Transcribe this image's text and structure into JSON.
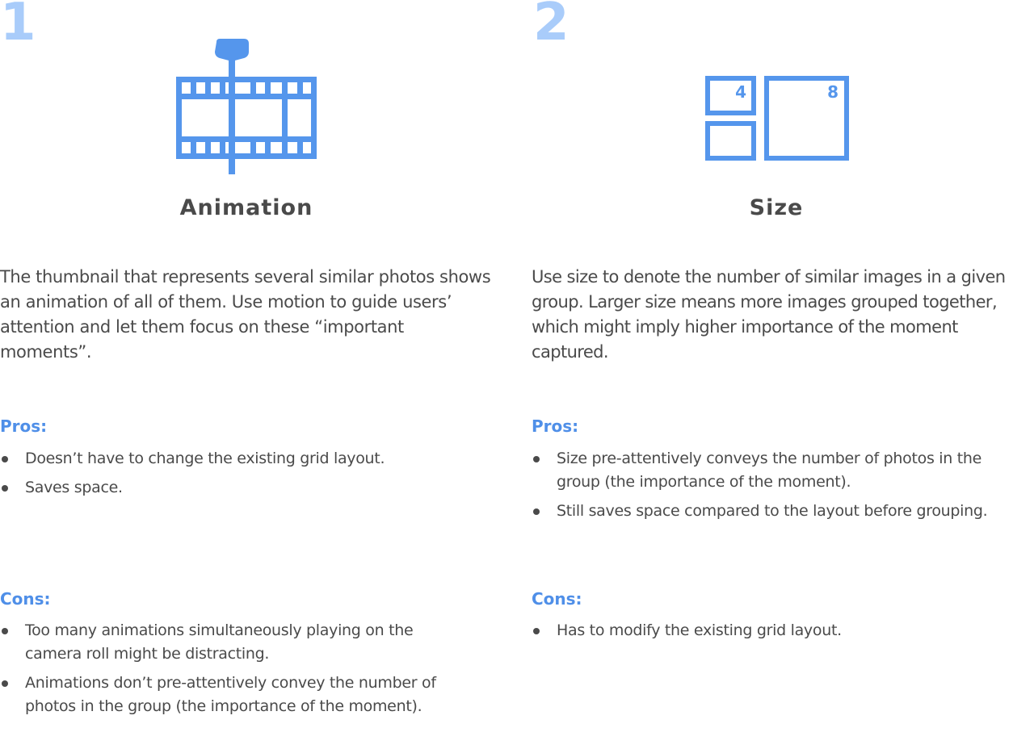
{
  "columns": [
    {
      "number": "1",
      "title": "Animation",
      "icon": "film-strip-scrubber-icon",
      "description": "The thumbnail that represents several similar photos shows an animation of all of them. Use motion to guide users’ attention and let them focus on these “important moments”.",
      "pros_heading": "Pros:",
      "pros": [
        "Doesn’t have to change the existing grid layout.",
        "Saves space."
      ],
      "cons_heading": "Cons:",
      "cons": [
        "Too many animations simultaneously playing on the camera roll might be distracting.",
        "Animations don’t pre-attentively convey the number of photos in the group (the importance of the moment)."
      ]
    },
    {
      "number": "2",
      "title": "Size",
      "icon": "size-grid-icon",
      "icon_labels": [
        "4",
        "8"
      ],
      "description": "Use size to denote the number of similar images in a given group. Larger size means more images grouped together, which might imply higher importance of the moment captured.",
      "pros_heading": "Pros:",
      "pros": [
        "Size pre-attentively conveys the number of photos in the group (the importance of the moment).",
        "Still saves space compared to the layout before grouping."
      ],
      "cons_heading": "Cons:",
      "cons": [
        "Has to modify the existing grid layout."
      ]
    }
  ],
  "colors": {
    "accent": "#4f8fe8",
    "icon": "#5596ec",
    "number": "#a9ccfa",
    "text": "#4a4a4a"
  }
}
